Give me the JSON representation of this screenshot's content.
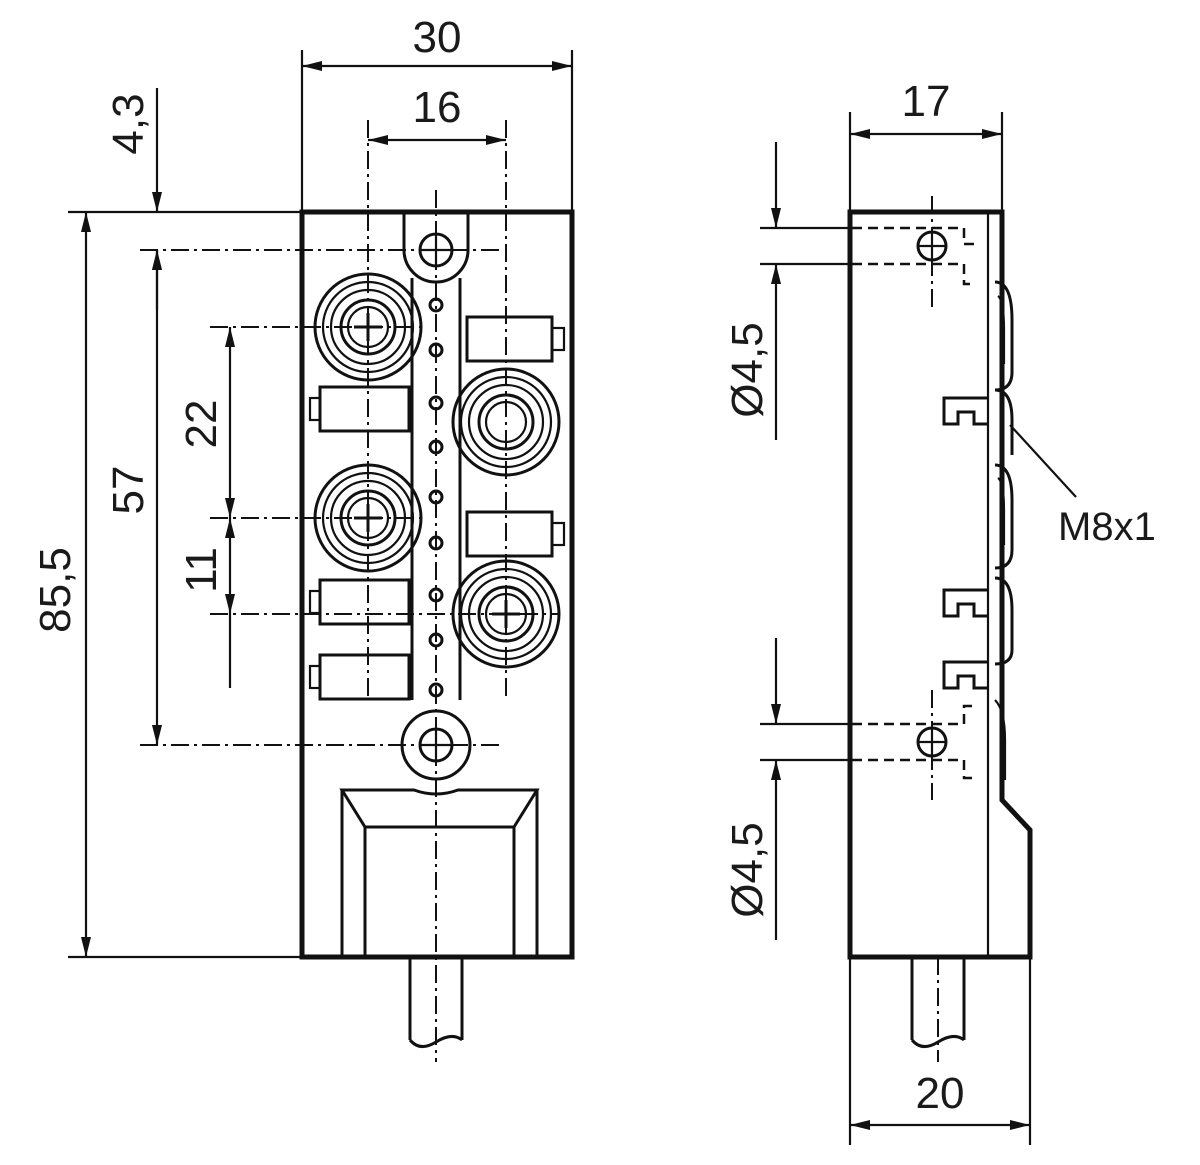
{
  "drawing": {
    "front_view": {
      "width_overall": "30",
      "hole_spacing_horizontal": "16",
      "top_offset": "4,3",
      "height_overall": "85,5",
      "hole_spacing_vertical": "57",
      "port_pitch": "22",
      "port_offset": "11"
    },
    "side_view": {
      "depth": "17",
      "hole_diameter_top": "Ø4,5",
      "hole_diameter_bottom": "Ø4,5",
      "thread_callout": "M8x1",
      "cable_depth": "20"
    }
  }
}
